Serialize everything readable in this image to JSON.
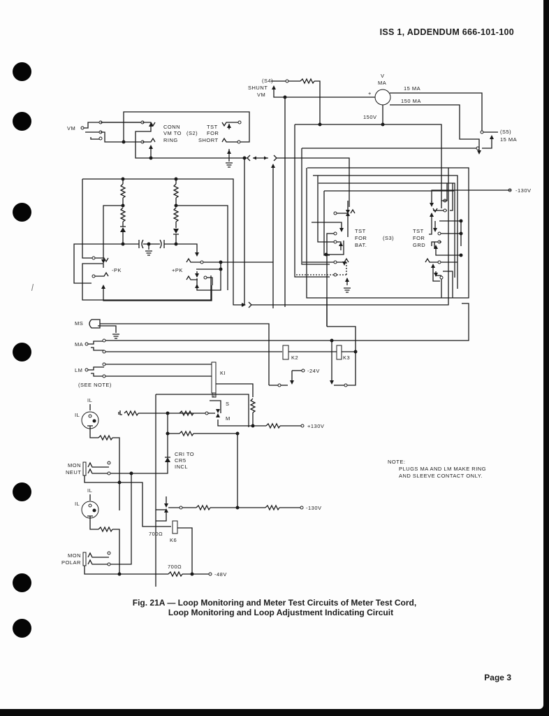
{
  "header": {
    "issue": "ISS 1, ADDENDUM 666-101-100"
  },
  "figure": {
    "caption_line1": "Fig. 21A — Loop Monitoring and Meter Test Circuits of Meter Test Cord,",
    "caption_line2": "Loop Monitoring and Loop Adjustment Indicating Circuit"
  },
  "page": {
    "number_label": "Page 3"
  },
  "note": {
    "title": "NOTE:",
    "line1": "PLUGS MA AND LM MAKE RING",
    "line2": "AND SLEEVE CONTACT ONLY."
  },
  "labels": {
    "vm": "VM",
    "conn": "CONN",
    "vm_to": "VM TO",
    "ring": "RING",
    "s2": "(S2)",
    "tst_short": "TST",
    "for_short": "FOR",
    "short": "SHORT",
    "s4": "(S4)",
    "shunt": "SHUNT",
    "shunt_vm": "VM",
    "meter_v": "V",
    "meter_ma": "MA",
    "plus": "+",
    "ma15": "15 MA",
    "ma150": "150 MA",
    "v150": "150V",
    "s5": "(S5)",
    "s5_15ma": "15 MA",
    "minus130_top": "-130V",
    "tst_bat": "TST",
    "for_bat": "FOR",
    "bat": "BAT.",
    "s3": "(S3)",
    "tst_grd": "TST",
    "for_grd": "FOR",
    "grd": "GRD",
    "minus_pk": "-PK",
    "plus_pk": "+PK",
    "ms": "MS",
    "ma": "MA",
    "lm": "LM",
    "see_note": "(SEE NOTE)",
    "k1": "KI",
    "k2": "K2",
    "k3": "K3",
    "minus24": "-24V",
    "p": "P",
    "s": "S",
    "m": "M",
    "plus130": "+130V",
    "il1a": "IL",
    "il1b": "IL",
    "mon": "MON",
    "neut": "NEUT",
    "cr1": "CRI TO",
    "cr5": "CR5",
    "incl": "INCL",
    "il2a": "IL",
    "il2b": "IL",
    "minus130_bot": "-130V",
    "ohm700_k6": "700Ω",
    "k6": "K6",
    "mon2": "MON",
    "polar": "POLAR",
    "ohm700_r": "700Ω",
    "minus48": "-48V"
  }
}
